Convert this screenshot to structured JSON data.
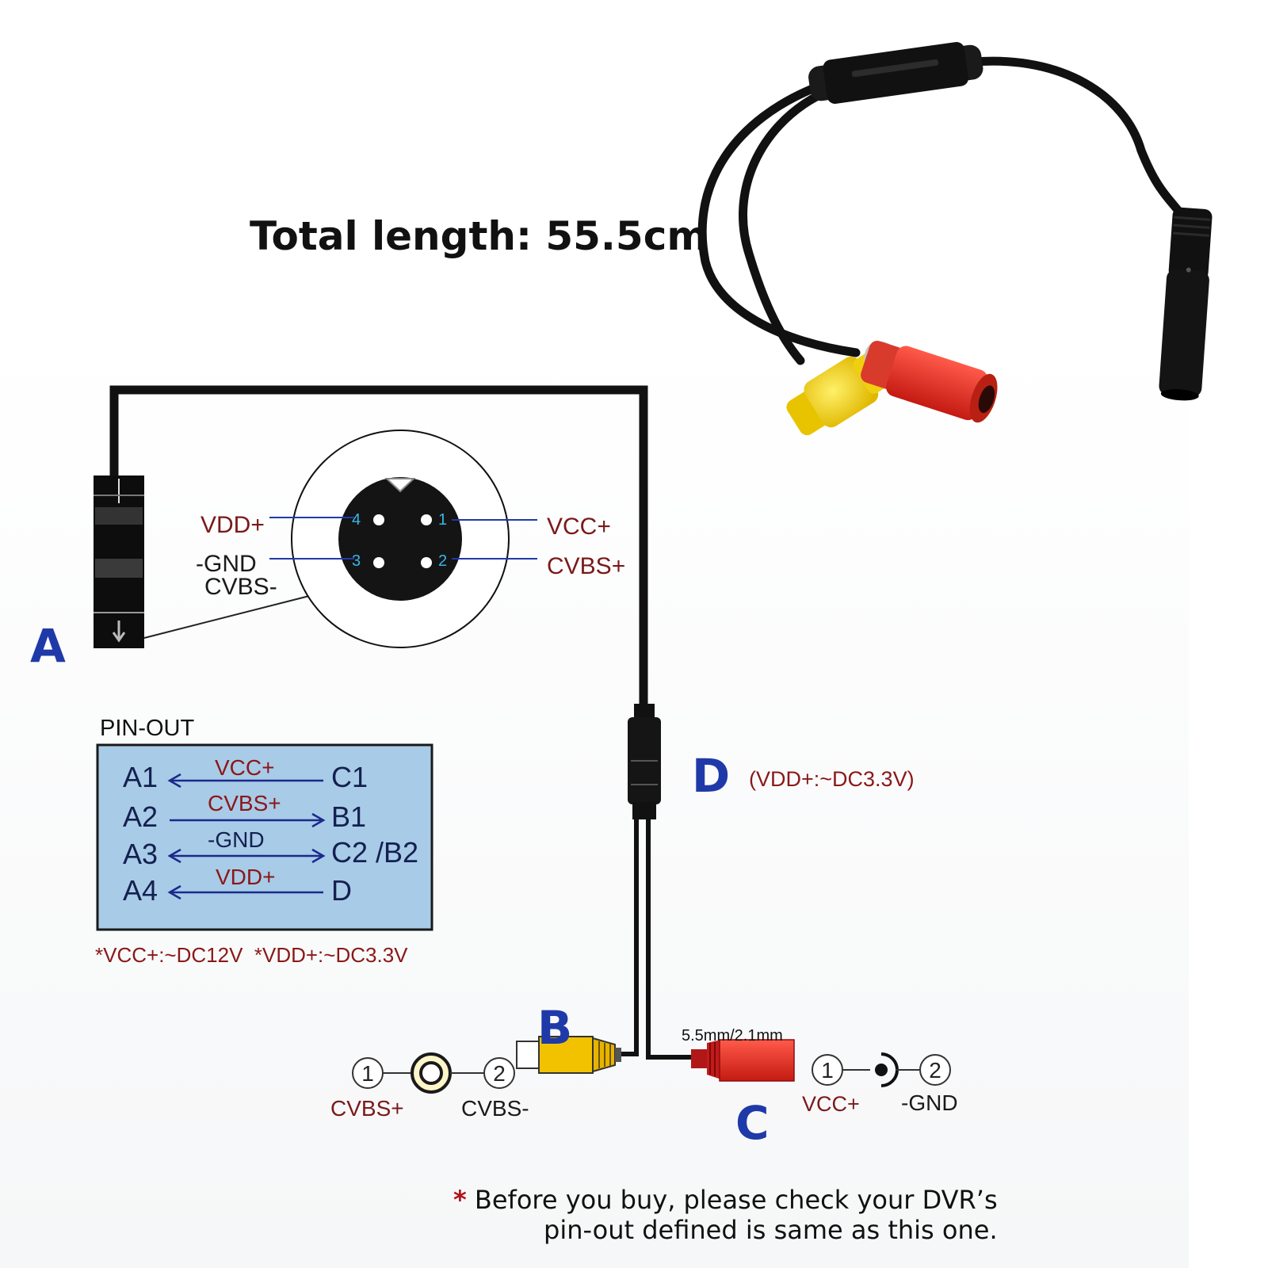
{
  "title": "Total length: 55.5cm",
  "connector_a": {
    "letter": "A",
    "pins": [
      {
        "num": "4",
        "label": "VDD+"
      },
      {
        "num": "3",
        "label_top": "-GND",
        "label_bottom": "CVBS-"
      },
      {
        "num": "1",
        "label": "VCC+"
      },
      {
        "num": "2",
        "label": "CVBS+"
      }
    ]
  },
  "pinout": {
    "heading": "PIN-OUT",
    "rows": [
      {
        "left": "A1",
        "signal": "VCC+",
        "right": "C1",
        "direction": "left"
      },
      {
        "left": "A2",
        "signal": "CVBS+",
        "right": "B1",
        "direction": "right"
      },
      {
        "left": "A3",
        "signal": "-GND",
        "right": "C2 /B2",
        "direction": "both"
      },
      {
        "left": "A4",
        "signal": "VDD+",
        "right": "D",
        "direction": "left"
      }
    ],
    "footnote": "*VCC+:~DC12V  *VDD+:~DC3.3V"
  },
  "connector_d": {
    "letter": "D",
    "note": "(VDD+:~DC3.3V)"
  },
  "connector_b": {
    "letter": "B",
    "pin1": "1",
    "pin2": "2",
    "label1": "CVBS+",
    "label2": "CVBS-"
  },
  "connector_c": {
    "letter": "C",
    "size": "5.5mm/2.1mm",
    "pin1": "1",
    "pin2": "2",
    "label1": "VCC+",
    "label2": "-GND"
  },
  "note": {
    "star": "*",
    "line1": "Before you buy, please check your DVR’s",
    "line2": "pin-out defined is same as this one."
  },
  "colors": {
    "accent_blue": "#1f3aa8",
    "label_red": "#7a1a1a",
    "table_bg": "#a8cbe8",
    "rca_yellow": "#f2c200",
    "dc_red": "#d42020"
  }
}
